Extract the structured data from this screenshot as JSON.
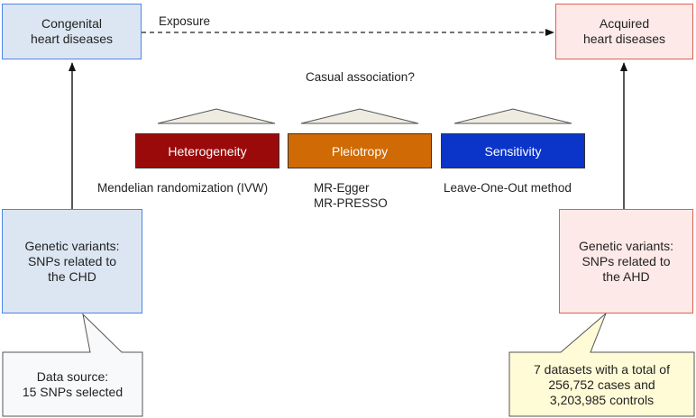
{
  "nodes": {
    "congenital": {
      "text": "Congenital\nheart diseases"
    },
    "acquired": {
      "text": "Acquired\nheart diseases"
    },
    "variants_chd": {
      "text": "Genetic variants:\nSNPs related to\nthe CHD"
    },
    "variants_ahd": {
      "text": "Genetic variants:\nSNPs related to\nthe AHD"
    },
    "source_chd": {
      "text": "Data source:\n15 SNPs selected"
    },
    "source_ahd": {
      "text": "7 datasets with a total of\n256,752 cases and\n3,203,985 controls"
    }
  },
  "edges": {
    "exposure_label": "Exposure",
    "question": "Casual association?"
  },
  "methods": [
    {
      "label": "Heterogeneity",
      "caption": "Mendelian randomization (IVW)",
      "color": "#9b0a0a"
    },
    {
      "label": "Pleiotropy",
      "caption": "MR-Egger\nMR-PRESSO",
      "color": "#d06a04"
    },
    {
      "label": "Sensitivity",
      "caption": "Leave-One-Out method",
      "color": "#0b34c9"
    }
  ],
  "colors": {
    "blue_fill": "#dce6f2",
    "blue_border": "#4a86e8",
    "red_fill": "#fde9e7",
    "red_border": "#e06050",
    "note_gray_fill": "#f8f9fa",
    "note_yellow_fill": "#fffbd6",
    "triangle_fill": "#eeebe0"
  }
}
